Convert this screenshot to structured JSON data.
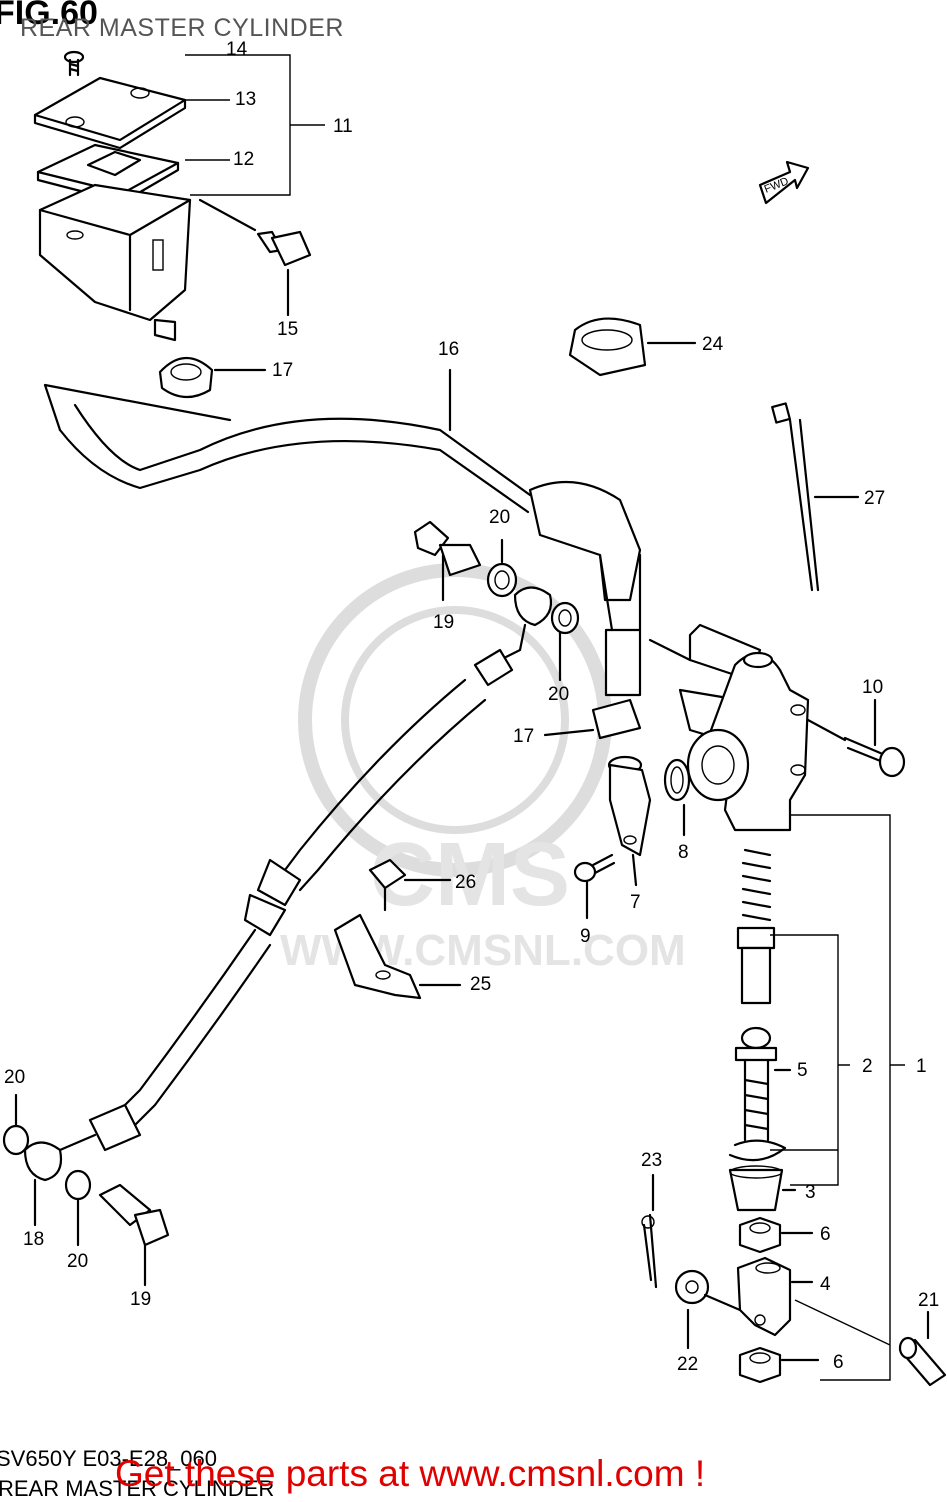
{
  "header": {
    "fig_label": "FIG.60",
    "subtitle": "REAR MASTER CYLINDER"
  },
  "watermark": {
    "brand": "CMS",
    "url": "WWW.CMSNL.COM"
  },
  "fwd_label": "FWD",
  "callouts": {
    "c1": "1",
    "c2": "2",
    "c3": "3",
    "c4": "4",
    "c5": "5",
    "c6a": "6",
    "c6b": "6",
    "c7": "7",
    "c8": "8",
    "c9": "9",
    "c10": "10",
    "c11": "11",
    "c12": "12",
    "c13": "13",
    "c14": "14",
    "c15": "15",
    "c16": "16",
    "c17a": "17",
    "c17b": "17",
    "c18": "18",
    "c19a": "19",
    "c19b": "19",
    "c20a": "20",
    "c20b": "20",
    "c20c": "20",
    "c20d": "20",
    "c21": "21",
    "c22": "22",
    "c23": "23",
    "c24": "24",
    "c25": "25",
    "c26": "26",
    "c27": "27"
  },
  "footer": {
    "code": "SV650Y E03-E28_060",
    "title": "REAR MASTER CYLINDER",
    "promo": "Get these parts at www.cmsnl.com !"
  },
  "colors": {
    "ink": "#000000",
    "promo": "#e00000",
    "watermark": "#dddddd"
  }
}
